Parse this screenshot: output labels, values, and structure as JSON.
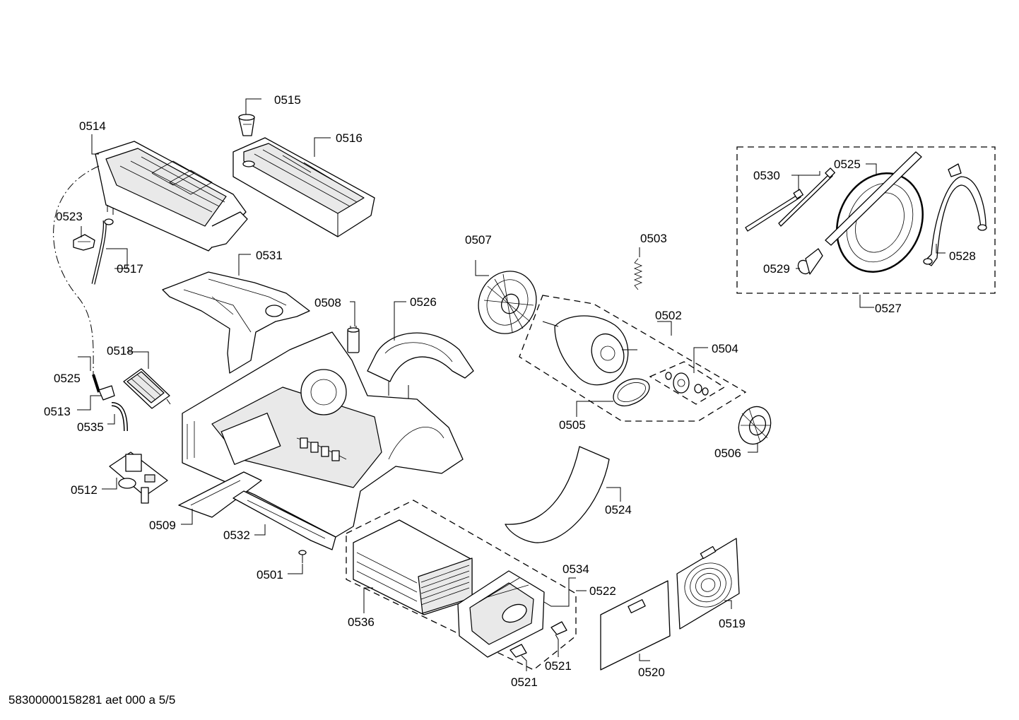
{
  "footer": {
    "code": "58300000158281 aet 000 a 5/5"
  },
  "labels": {
    "p0501": "0501",
    "p0502": "0502",
    "p0503": "0503",
    "p0504": "0504",
    "p0505": "0505",
    "p0506": "0506",
    "p0507": "0507",
    "p0508": "0508",
    "p0509": "0509",
    "p0512": "0512",
    "p0513": "0513",
    "p0514": "0514",
    "p0515": "0515",
    "p0516": "0516",
    "p0517": "0517",
    "p0518": "0518",
    "p0519": "0519",
    "p0520": "0520",
    "p0521a": "0521",
    "p0521b": "0521",
    "p0522": "0522",
    "p0523": "0523",
    "p0524": "0524",
    "p0525a": "0525",
    "p0525b": "0525",
    "p0526": "0526",
    "p0527": "0527",
    "p0528": "0528",
    "p0529": "0529",
    "p0530": "0530",
    "p0531": "0531",
    "p0532": "0532",
    "p0534": "0534",
    "p0535": "0535",
    "p0536": "0536"
  }
}
